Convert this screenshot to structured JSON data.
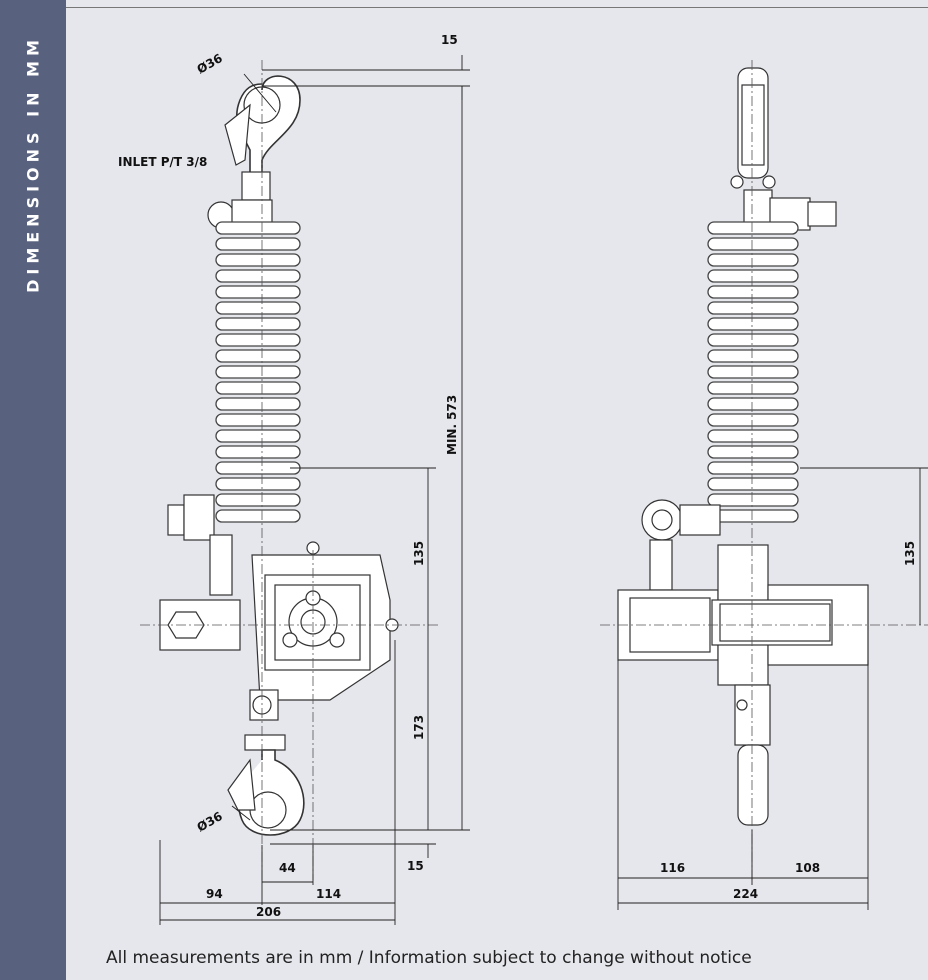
{
  "sidebar": {
    "title": "DIMENSIONS IN MM"
  },
  "footer": {
    "note": "All measurements are in mm  /  Information subject to change without notice"
  },
  "labels": {
    "inlet": "INLET P/T 3/8",
    "dia_top": "Ø36",
    "dia_bottom": "Ø36",
    "min_length": "MIN. 573",
    "d15_top": "15",
    "d15_bottom": "15",
    "d135_left": "135",
    "d173": "173",
    "d44": "44",
    "d94": "94",
    "d114": "114",
    "d206": "206",
    "d135_right": "135",
    "d116": "116",
    "d108": "108",
    "d224": "224"
  }
}
